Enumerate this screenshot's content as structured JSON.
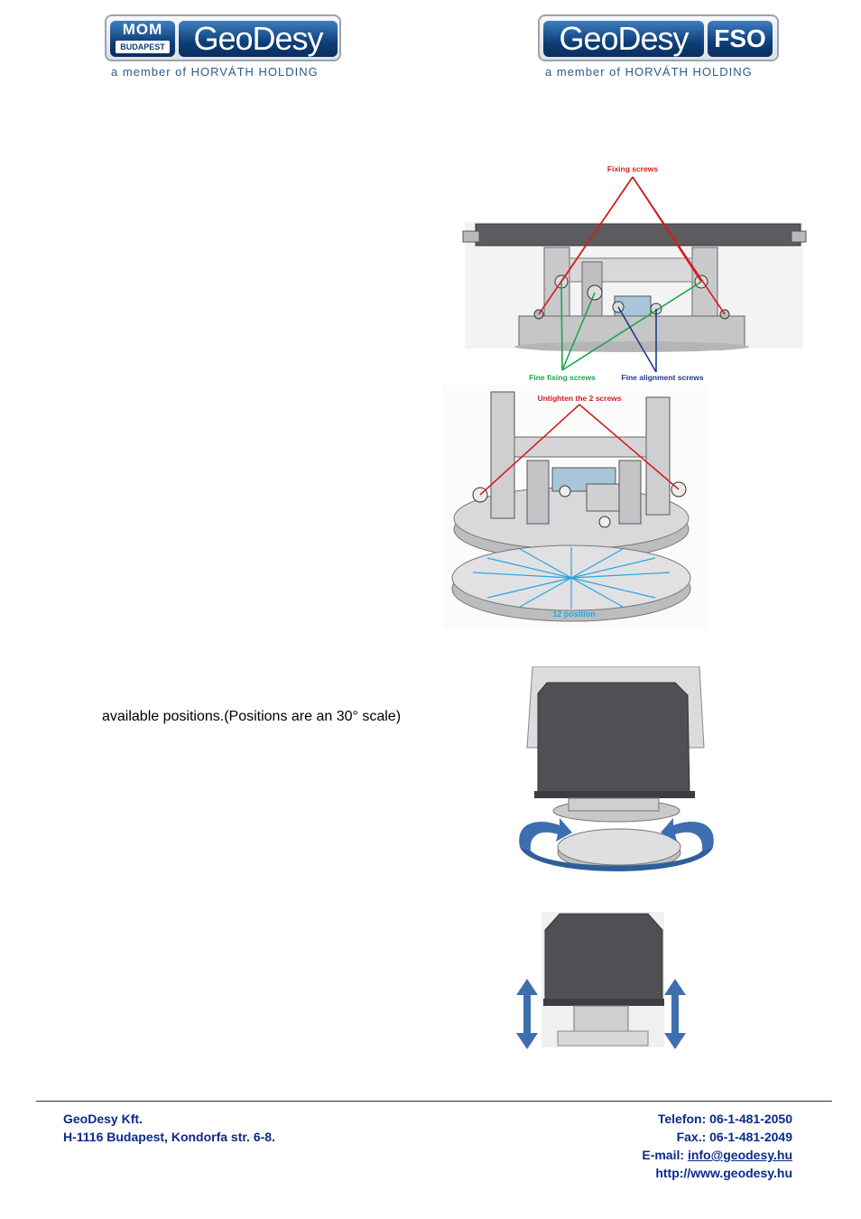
{
  "header": {
    "left_logo": {
      "mom_text": "MOM",
      "budapest_text": "BUDAPEST",
      "brand": "GeoDesy",
      "tagline": "a member of HORVÁTH HOLDING"
    },
    "right_logo": {
      "brand": "GeoDesy",
      "suffix": "FSO",
      "tagline": "a member of HORVÁTH HOLDING"
    }
  },
  "figure1": {
    "label_fixing": "Fixing screws",
    "label_fine_fixing": "Fine fixing screws",
    "label_fine_alignment": "Fine alignment screws"
  },
  "figure2": {
    "label_untighten": "Untighten the 2 screws",
    "label_positions": "12 position"
  },
  "body": {
    "positions_text": "available positions.(Positions are an 30° scale)"
  },
  "footer": {
    "company": "GeoDesy Kft.",
    "address": "H-1116 Budapest, Kondorfa str. 6-8.",
    "phone": "Telefon: 06-1-481-2050",
    "fax": "Fax.: 06-1-481-2049",
    "email_label": "E-mail: ",
    "email": "info@geodesy.hu",
    "web": "http://www.geodesy.hu"
  },
  "colors": {
    "brand_blue": "#0e3f78",
    "footer_text": "#0b2a8a",
    "red_annotation": "#d21f1f",
    "green_annotation": "#1aa64a",
    "navy_annotation": "#1f3a8a",
    "cyan_annotation": "#2aa5de",
    "arrow_blue": "#3d6fb0"
  }
}
